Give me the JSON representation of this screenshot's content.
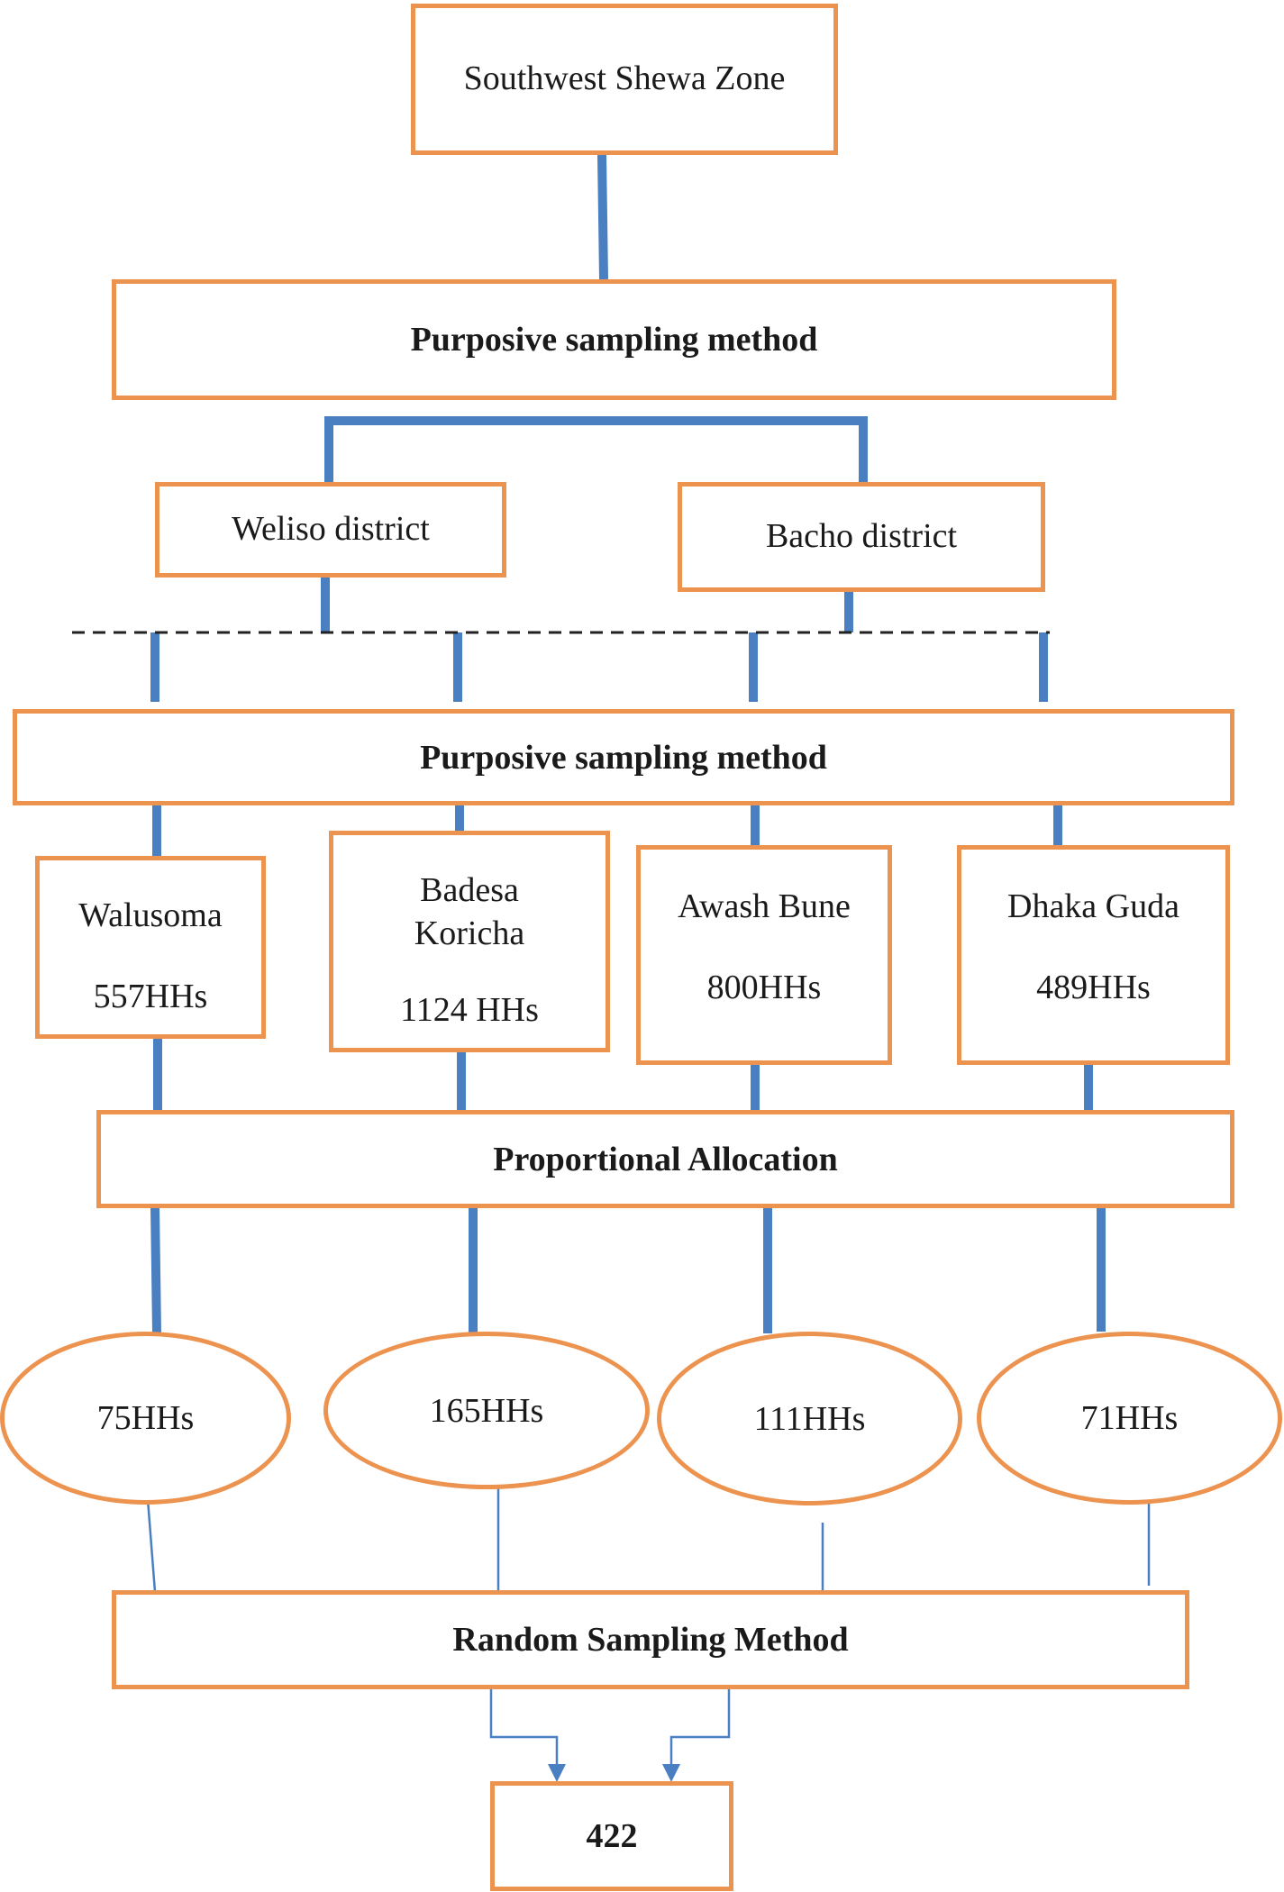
{
  "zone": "Southwest Shewa Zone",
  "stage1_method": "Purposive sampling method",
  "districts": [
    "Weliso district",
    "Bacho district"
  ],
  "stage2_method": "Purposive sampling method",
  "kebeles": [
    {
      "name": "Walusoma",
      "households": "557HHs"
    },
    {
      "name": "Badesa Koricha",
      "households": "1124 HHs"
    },
    {
      "name": "Awash Bune",
      "households": "800HHs"
    },
    {
      "name": "Dhaka Guda",
      "households": "489HHs"
    }
  ],
  "allocation_method": "Proportional Allocation",
  "samples": [
    "75HHs",
    "165HHs",
    "111HHs",
    "71HHs"
  ],
  "final_method": "Random Sampling Method",
  "total": "422",
  "colors": {
    "box_border": "#ED9350",
    "connector": "#4A7FC1"
  }
}
